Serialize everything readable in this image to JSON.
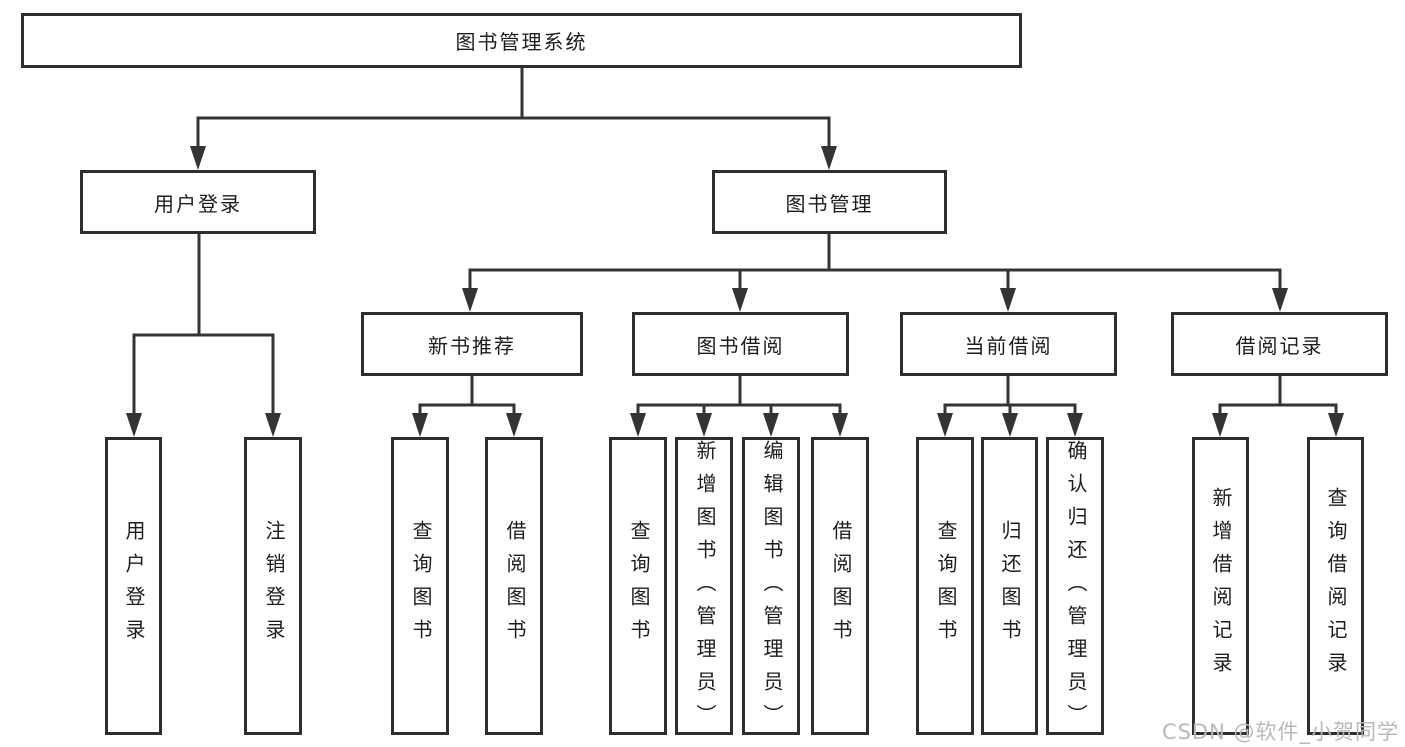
{
  "diagram": {
    "root": "图书管理系统",
    "branches": [
      {
        "label": "用户登录",
        "leaves": [
          "用户登录",
          "注销登录"
        ]
      },
      {
        "label": "图书管理",
        "groups": [
          {
            "label": "新书推荐",
            "leaves": [
              "查询图书",
              "借阅图书"
            ]
          },
          {
            "label": "图书借阅",
            "leaves": [
              "查询图书",
              "新增图书（管理员）",
              "编辑图书（管理员）",
              "借阅图书"
            ]
          },
          {
            "label": "当前借阅",
            "leaves": [
              "查询图书",
              "归还图书",
              "确认归还（管理员）"
            ]
          },
          {
            "label": "借阅记录",
            "leaves": [
              "新增借阅记录",
              "查询借阅记录"
            ]
          }
        ]
      }
    ]
  },
  "watermark": {
    "text": "CSDN @软件_小贺同学"
  },
  "colors": {
    "line": "#333333",
    "box_border": "#2e2e2e",
    "text": "#1d1d1d",
    "watermark": "#b9b9b9"
  }
}
